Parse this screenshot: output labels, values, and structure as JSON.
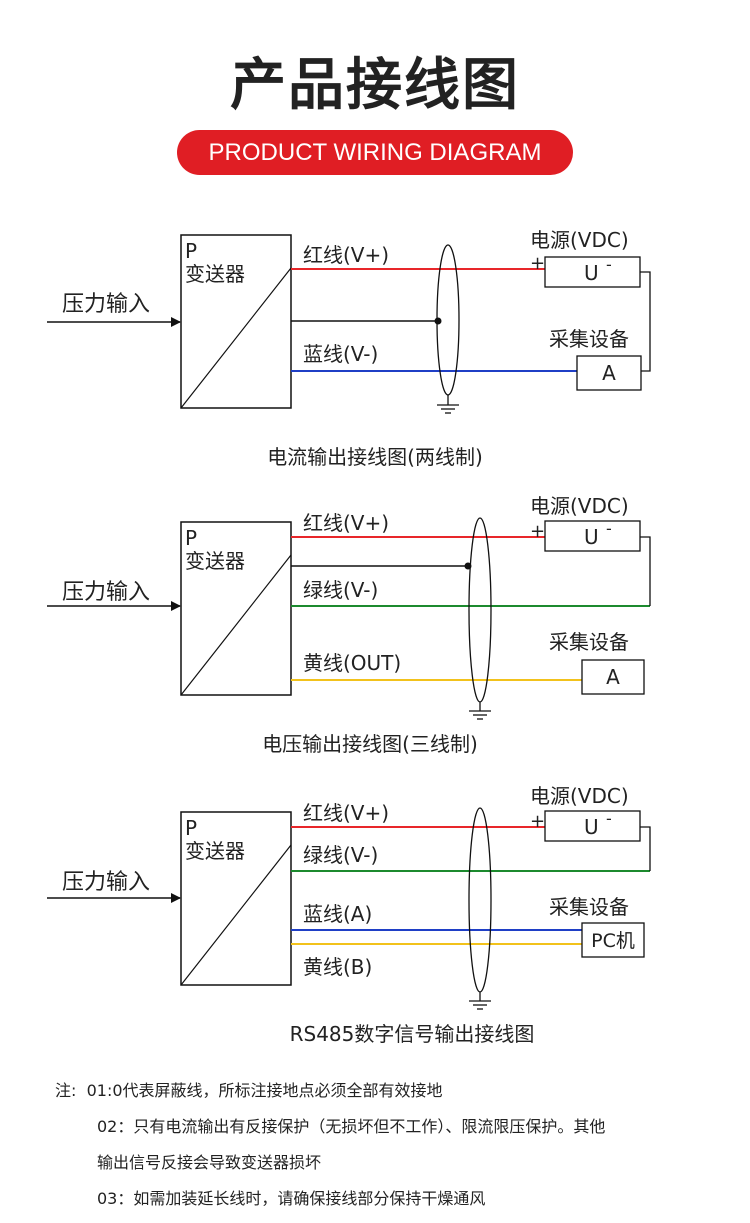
{
  "title": "产品接线图",
  "subtitle": "PRODUCT WIRING DIAGRAM",
  "colors": {
    "accent": "#e01e24",
    "red_wire": "#e8262a",
    "blue_wire": "#1f3fc6",
    "green_wire": "#1c8a2e",
    "yellow_wire": "#f2c21b"
  },
  "common": {
    "pressure_input": "压力输入",
    "transmitter_p": "P",
    "transmitter_name": "变送器",
    "power_supply": "电源(VDC)",
    "plus": "+",
    "u_label": "U",
    "minus": "-",
    "acquisition": "采集设备"
  },
  "diagram1": {
    "red": "红线(V+)",
    "blue": "蓝线(V-)",
    "device": "A",
    "caption": "电流输出接线图(两线制)"
  },
  "diagram2": {
    "red": "红线(V+)",
    "green": "绿线(V-)",
    "yellow": "黄线(OUT)",
    "device": "A",
    "caption": "电压输出接线图(三线制)"
  },
  "diagram3": {
    "red": "红线(V+)",
    "green": "绿线(V-)",
    "blue": "蓝线(A)",
    "yellow": "黄线(B)",
    "device": "PC机",
    "caption": "RS485数字信号输出接线图"
  },
  "notes": {
    "prefix": "注:",
    "n1": "01:0代表屏蔽线，所标注接地点必须全部有效接地",
    "n2a": "02：只有电流输出有反接保护（无损坏但不工作）、限流限压保护。其他",
    "n2b": "输出信号反接会导致变送器损坏",
    "n3": "03：如需加装延长线时，请确保接线部分保持干燥通风"
  }
}
